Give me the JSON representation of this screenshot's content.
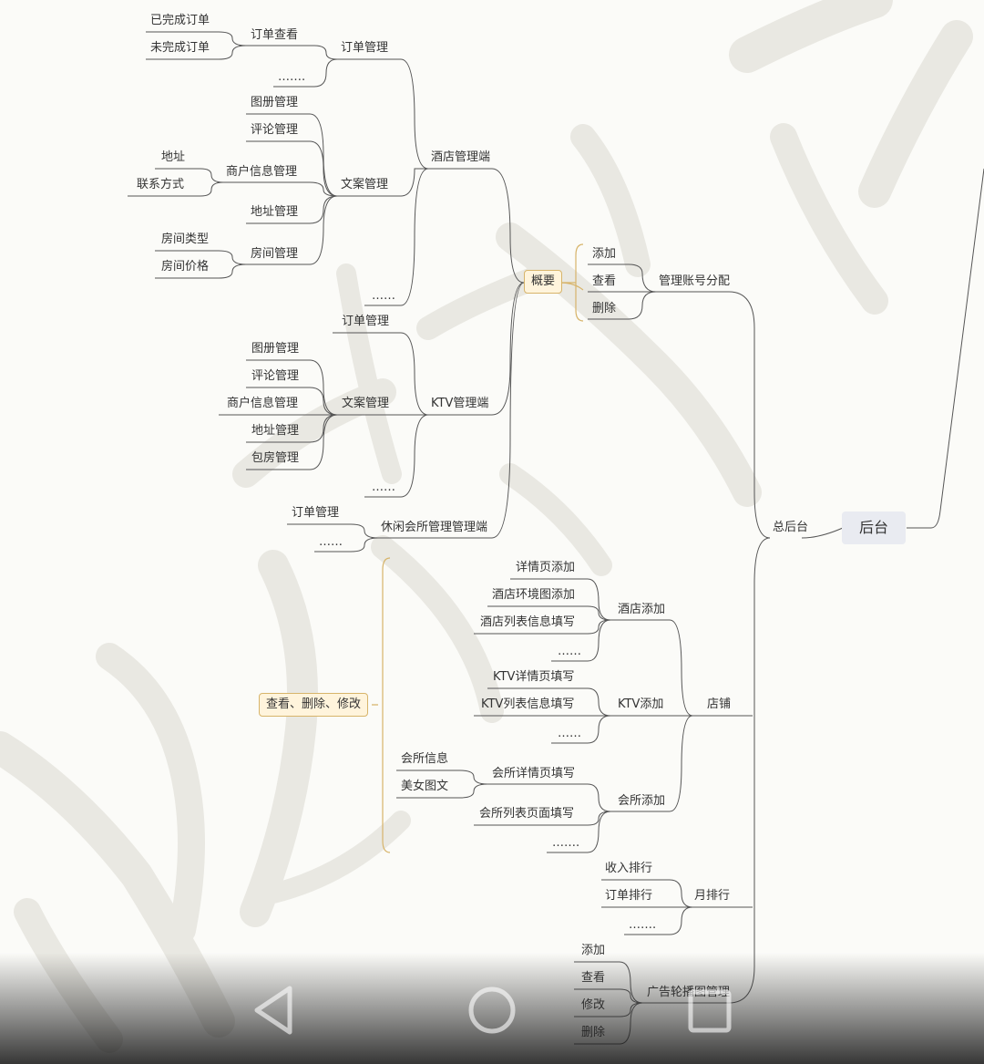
{
  "root": "后台",
  "zonghoutai": "总后台",
  "gaiyao": "概要",
  "account": {
    "title": "管理账号分配",
    "items": [
      "添加",
      "查看",
      "删除"
    ]
  },
  "hotel_end": {
    "title": "酒店管理端",
    "order": {
      "title": "订单管理",
      "items": [
        "已完成订单",
        "未完成订单"
      ],
      "view": "订单查看",
      "more": "……."
    },
    "copy": {
      "title": "文案管理",
      "album": "图册管理",
      "comment": "评论管理",
      "merchant": "商户信息管理",
      "merchant_items": [
        "地址",
        "联系方式"
      ],
      "address": "地址管理",
      "room": "房间管理",
      "room_items": [
        "房间类型",
        "房间价格"
      ]
    },
    "more": "……"
  },
  "ktv_end": {
    "title": "KTV管理端",
    "order": "订单管理",
    "copy": {
      "title": "文案管理",
      "items": [
        "图册管理",
        "评论管理",
        "商户信息管理",
        "地址管理",
        "包房管理"
      ]
    },
    "more": "……"
  },
  "club_end": {
    "title": "休闲会所管理管理端",
    "order": "订单管理",
    "more": "……"
  },
  "crud": "查看、删除、修改",
  "shop": {
    "title": "店铺",
    "hotel_add": {
      "title": "酒店添加",
      "items": [
        "详情页添加",
        "酒店环境图添加",
        "酒店列表信息填写",
        "……"
      ]
    },
    "ktv_add": {
      "title": "KTV添加",
      "items": [
        "KTV详情页填写",
        "KTV列表信息填写",
        "……"
      ]
    },
    "club_add": {
      "title": "会所添加",
      "detail": "会所详情页填写",
      "detail_items": [
        "会所信息",
        "美女图文"
      ],
      "list": "会所列表页面填写",
      "more": "……."
    }
  },
  "monthly": {
    "title": "月排行",
    "items": [
      "收入排行",
      "订单排行",
      "……."
    ]
  },
  "ads": {
    "title": "广告轮播图管理",
    "items": [
      "添加",
      "查看",
      "修改",
      "删除"
    ]
  }
}
